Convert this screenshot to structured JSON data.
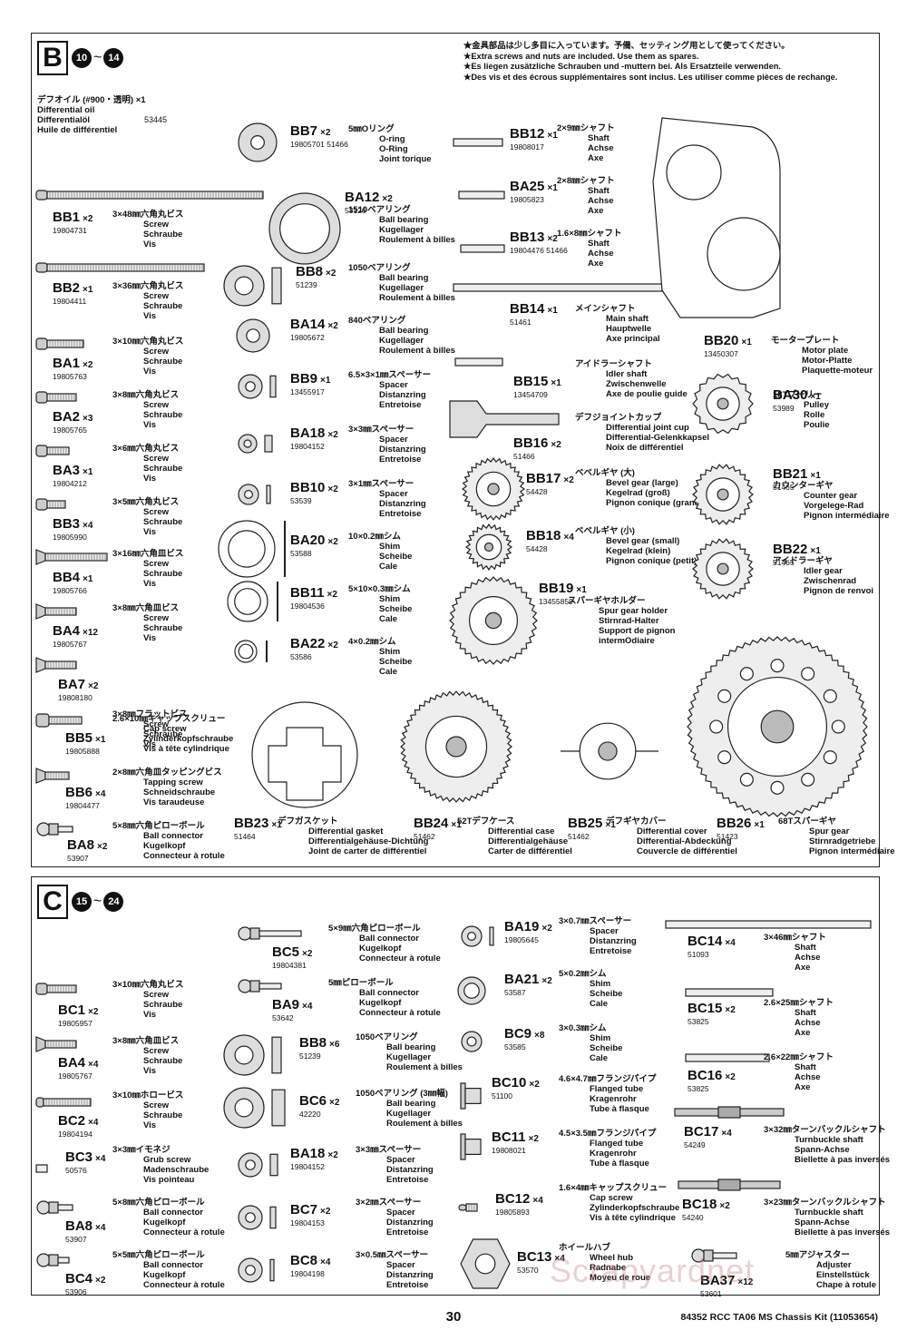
{
  "footer": {
    "page": "30",
    "kit": "84352  RCC TA06 MS Chassis Kit (11053654)"
  },
  "watermark": "Scrapyardnet",
  "panelB": {
    "letter": "B",
    "step_from": "10",
    "tilde": "~",
    "step_to": "14",
    "notes": [
      "★金具部品は少し多目に入っています。予備、セッティング用として使ってください。",
      "★Extra screws and nuts are included. Use them as spares.",
      "★Es liegen zusätzliche Schrauben und -muttern bei. Als Ersatzteile verwenden.",
      "★Des vis et des écrous supplémentaires sont inclus. Les utiliser comme pièces de rechange."
    ],
    "oil": {
      "jp": "デフオイル (#900・透明) ×1",
      "en": "Differential oil",
      "de": "Differentialöl",
      "fr": "Huile de différentiel",
      "code": "53445"
    },
    "parts": [
      {
        "id": "BB1",
        "qty": "×2",
        "code": "19804731",
        "jp": "3×48㎜六角丸ビス",
        "l": [
          "Screw",
          "Schraube",
          "Vis"
        ]
      },
      {
        "id": "BB2",
        "qty": "×1",
        "code": "19804411",
        "jp": "3×36㎜六角丸ビス",
        "l": [
          "Screw",
          "Schraube",
          "Vis"
        ]
      },
      {
        "id": "BA1",
        "qty": "×2",
        "code": "19805763",
        "jp": "3×10㎜六角丸ビス",
        "l": [
          "Screw",
          "Schraube",
          "Vis"
        ]
      },
      {
        "id": "BA2",
        "qty": "×3",
        "code": "19805765",
        "jp": "3×8㎜六角丸ビス",
        "l": [
          "Screw",
          "Schraube",
          "Vis"
        ]
      },
      {
        "id": "BA3",
        "qty": "×1",
        "code": "19804212",
        "jp": "3×6㎜六角丸ビス",
        "l": [
          "Screw",
          "Schraube",
          "Vis"
        ]
      },
      {
        "id": "BB3",
        "qty": "×4",
        "code": "19805990",
        "jp": "3×5㎜六角丸ビス",
        "l": [
          "Screw",
          "Schraube",
          "Vis"
        ]
      },
      {
        "id": "BB4",
        "qty": "×1",
        "code": "19805766",
        "jp": "3×16㎜六角皿ビス",
        "l": [
          "Screw",
          "Schraube",
          "Vis"
        ]
      },
      {
        "id": "BA4",
        "qty": "×12",
        "code": "19805767",
        "jp": "3×8㎜六角皿ビス",
        "l": [
          "Screw",
          "Schraube",
          "Vis"
        ]
      },
      {
        "id": "BA7",
        "qty": "×2",
        "code": "19808180",
        "jp": "3×8㎜フラットビス",
        "l": [
          "Screw",
          "Schraube",
          "Vis"
        ]
      },
      {
        "id": "BB5",
        "qty": "×1",
        "code": "19805888",
        "jp": "2.6×10㎜キャップスクリュー",
        "l": [
          "Cap screw",
          "Zylinderkopfschraube",
          "Vis à tête cylindrique"
        ]
      },
      {
        "id": "BB6",
        "qty": "×4",
        "code": "19804477",
        "jp": "2×8㎜六角皿タッピングビス",
        "l": [
          "Tapping screw",
          "Schneidschraube",
          "Vis taraudeuse"
        ]
      },
      {
        "id": "BA8",
        "qty": "×2",
        "code": "53907",
        "jp": "5×8㎜六角ピローボール",
        "l": [
          "Ball connector",
          "Kugelkopf",
          "Connecteur à rotule"
        ]
      },
      {
        "id": "BB7",
        "qty": "×2",
        "code": "19805701 51466",
        "jp": "5㎜Oリング",
        "l": [
          "O-ring",
          "O-Ring",
          "Joint torique"
        ]
      },
      {
        "id": "BA12",
        "qty": "×2",
        "code": "53126",
        "jp": "1510ベアリング",
        "l": [
          "Ball bearing",
          "Kugellager",
          "Roulement à billes"
        ]
      },
      {
        "id": "BB8",
        "qty": "×2",
        "code": "51239",
        "jp": "1050ベアリング",
        "l": [
          "Ball bearing",
          "Kugellager",
          "Roulement à billes"
        ]
      },
      {
        "id": "BA14",
        "qty": "×2",
        "code": "19805672",
        "jp": "840ベアリング",
        "l": [
          "Ball bearing",
          "Kugellager",
          "Roulement à billes"
        ]
      },
      {
        "id": "BB9",
        "qty": "×1",
        "code": "13455917",
        "jp": "6.5×3×1㎜スペーサー",
        "l": [
          "Spacer",
          "Distanzring",
          "Entretoise"
        ]
      },
      {
        "id": "BA18",
        "qty": "×2",
        "code": "19804152",
        "jp": "3×3㎜スペーサー",
        "l": [
          "Spacer",
          "Distanzring",
          "Entretoise"
        ]
      },
      {
        "id": "BB10",
        "qty": "×2",
        "code": "53539",
        "jp": "3×1㎜スペーサー",
        "l": [
          "Spacer",
          "Distanzring",
          "Entretoise"
        ]
      },
      {
        "id": "BA20",
        "qty": "×2",
        "code": "53588",
        "jp": "10×0.2㎜シム",
        "l": [
          "Shim",
          "Scheibe",
          "Cale"
        ]
      },
      {
        "id": "BB11",
        "qty": "×2",
        "code": "19804536",
        "jp": "5×10×0.3㎜シム",
        "l": [
          "Shim",
          "Scheibe",
          "Cale"
        ]
      },
      {
        "id": "BA22",
        "qty": "×2",
        "code": "53586",
        "jp": "4×0.2㎜シム",
        "l": [
          "Shim",
          "Scheibe",
          "Cale"
        ]
      },
      {
        "id": "BB12",
        "qty": "×1",
        "code": "19808017",
        "jp": "2×9㎜シャフト",
        "l": [
          "Shaft",
          "Achse",
          "Axe"
        ]
      },
      {
        "id": "BA25",
        "qty": "×1",
        "code": "19805823",
        "jp": "2×8㎜シャフト",
        "l": [
          "Shaft",
          "Achse",
          "Axe"
        ]
      },
      {
        "id": "BB13",
        "qty": "×2",
        "code": "19804476 51466",
        "jp": "1.6×8㎜シャフト",
        "l": [
          "Shaft",
          "Achse",
          "Axe"
        ]
      },
      {
        "id": "BB14",
        "qty": "×1",
        "code": "51461",
        "jp": "メインシャフト",
        "l": [
          "Main shaft",
          "Hauptwelle",
          "Axe principal"
        ]
      },
      {
        "id": "BB15",
        "qty": "×1",
        "code": "13454709",
        "jp": "アイドラーシャフト",
        "l": [
          "Idler shaft",
          "Zwischenwelle",
          "Axe de poulie guide"
        ]
      },
      {
        "id": "BB16",
        "qty": "×2",
        "code": "51466",
        "jp": "デフジョイントカップ",
        "l": [
          "Differential joint cup",
          "Differential-Gelenkkapsel",
          "Noix de différentiel"
        ]
      },
      {
        "id": "BB17",
        "qty": "×2",
        "code": "54428",
        "jp": "ベベルギヤ (大)",
        "l": [
          "Bevel gear (large)",
          "Kegelrad (groß)",
          "Pignon conique (grande)"
        ]
      },
      {
        "id": "BB18",
        "qty": "×4",
        "code": "54428",
        "jp": "ベベルギヤ (小)",
        "l": [
          "Bevel gear (small)",
          "Kegelrad (klein)",
          "Pignon conique (petit)"
        ]
      },
      {
        "id": "BB19",
        "qty": "×1",
        "code": "13455859",
        "jp": "スパーギヤホルダー",
        "l": [
          "Spur gear holder",
          "Stirnrad-Halter",
          "Support de pignon",
          "intermOdiaire"
        ]
      },
      {
        "id": "BB20",
        "qty": "×1",
        "code": "13450307",
        "jp": "モータープレート",
        "l": [
          "Motor plate",
          "Motor-Platte",
          "Plaquette-moteur"
        ]
      },
      {
        "id": "BA30",
        "qty": "×1",
        "code": "53989",
        "jp": "18Tプーリー",
        "l": [
          "Pulley",
          "Rolle",
          "Poulie"
        ]
      },
      {
        "id": "BB21",
        "qty": "×1",
        "code": "51465",
        "jp": "カウンターギヤ",
        "l": [
          "Counter gear",
          "Vorgelege-Rad",
          "Pignon intermédiaire"
        ]
      },
      {
        "id": "BB22",
        "qty": "×1",
        "code": "51465",
        "jp": "アイドラーギヤ",
        "l": [
          "Idler gear",
          "Zwischenrad",
          "Pignon de renvoi"
        ]
      },
      {
        "id": "BB23",
        "qty": "×1",
        "code": "51464",
        "jp": "デフガスケット",
        "l": [
          "Differential gasket",
          "Differentialgehäuse-Dichtung",
          "Joint de carter de différentiel"
        ]
      },
      {
        "id": "BB24",
        "qty": "×1",
        "code": "51462",
        "jp": "52Tデフケース",
        "l": [
          "Differential case",
          "Differentialgehäuse",
          "Carter de différentiel"
        ]
      },
      {
        "id": "BB25",
        "qty": "×1",
        "code": "51462",
        "jp": "デフギヤカバー",
        "l": [
          "Differential cover",
          "Differential-Abdeckung",
          "Couvercle de différentiel"
        ]
      },
      {
        "id": "BB26",
        "qty": "×1",
        "code": "51423",
        "jp": "68Tスパーギヤ",
        "l": [
          "Spur gear",
          "Stirnradgetriebe",
          "Pignon intermédiaire"
        ]
      }
    ]
  },
  "panelC": {
    "letter": "C",
    "step_from": "15",
    "tilde": "~",
    "step_to": "24",
    "parts": [
      {
        "id": "BC1",
        "qty": "×2",
        "code": "19805957",
        "jp": "3×10㎜六角丸ビス",
        "l": [
          "Screw",
          "Schraube",
          "Vis"
        ]
      },
      {
        "id": "BA4",
        "qty": "×4",
        "code": "19805767",
        "jp": "3×8㎜六角皿ビス",
        "l": [
          "Screw",
          "Schraube",
          "Vis"
        ]
      },
      {
        "id": "BC2",
        "qty": "×4",
        "code": "19804194",
        "jp": "3×10㎜ホロービス",
        "l": [
          "Screw",
          "Schraube",
          "Vis"
        ]
      },
      {
        "id": "BC3",
        "qty": "×4",
        "code": "50576",
        "jp": "3×3㎜イモネジ",
        "l": [
          "Grub screw",
          "Madenschraube",
          "Vis pointeau"
        ]
      },
      {
        "id": "BA8",
        "qty": "×4",
        "code": "53907",
        "jp": "5×8㎜六角ピローボール",
        "l": [
          "Ball connector",
          "Kugelkopf",
          "Connecteur à rotule"
        ]
      },
      {
        "id": "BC4",
        "qty": "×2",
        "code": "53906",
        "jp": "5×5㎜六角ピローボール",
        "l": [
          "Ball connector",
          "Kugelkopf",
          "Connecteur à rotule"
        ]
      },
      {
        "id": "BC5",
        "qty": "×2",
        "code": "19804381",
        "jp": "5×9㎜六角ピローボール",
        "l": [
          "Ball connector",
          "Kugelkopf",
          "Connecteur à rotule"
        ]
      },
      {
        "id": "BA9",
        "qty": "×4",
        "code": "53642",
        "jp": "5㎜ピローボール",
        "l": [
          "Ball connector",
          "Kugelkopf",
          "Connecteur à rotule"
        ]
      },
      {
        "id": "BB8",
        "qty": "×6",
        "code": "51239",
        "jp": "1050ベアリング",
        "l": [
          "Ball bearing",
          "Kugellager",
          "Roulement à billes"
        ]
      },
      {
        "id": "BC6",
        "qty": "×2",
        "code": "42220",
        "jp": "1050ベアリング (3㎜幅)",
        "l": [
          "Ball bearing",
          "Kugellager",
          "Roulement à billes"
        ]
      },
      {
        "id": "BA18",
        "qty": "×2",
        "code": "19804152",
        "jp": "3×3㎜スペーサー",
        "l": [
          "Spacer",
          "Distanzring",
          "Entretoise"
        ]
      },
      {
        "id": "BC7",
        "qty": "×2",
        "code": "19804153",
        "jp": "3×2㎜スペーサー",
        "l": [
          "Spacer",
          "Distanzring",
          "Entretoise"
        ]
      },
      {
        "id": "BC8",
        "qty": "×4",
        "code": "19804198",
        "jp": "3×0.5㎜スペーサー",
        "l": [
          "Spacer",
          "Distanzring",
          "Entretoise"
        ]
      },
      {
        "id": "BA19",
        "qty": "×2",
        "code": "19805645",
        "jp": "3×0.7㎜スペーサー",
        "l": [
          "Spacer",
          "Distanzring",
          "Entretoise"
        ]
      },
      {
        "id": "BA21",
        "qty": "×2",
        "code": "53587",
        "jp": "5×0.2㎜シム",
        "l": [
          "Shim",
          "Scheibe",
          "Cale"
        ]
      },
      {
        "id": "BC9",
        "qty": "×8",
        "code": "53585",
        "jp": "3×0.3㎜シム",
        "l": [
          "Shim",
          "Scheibe",
          "Cale"
        ]
      },
      {
        "id": "BC10",
        "qty": "×2",
        "code": "51100",
        "jp": "4.6×4.7㎜フランジパイプ",
        "l": [
          "Flanged tube",
          "Kragenrohr",
          "Tube à flasque"
        ]
      },
      {
        "id": "BC11",
        "qty": "×2",
        "code": "19808021",
        "jp": "4.5×3.5㎜フランジパイプ",
        "l": [
          "Flanged tube",
          "Kragenrohr",
          "Tube à flasque"
        ]
      },
      {
        "id": "BC12",
        "qty": "×4",
        "code": "19805893",
        "jp": "1.6×4㎜キャップスクリュー",
        "l": [
          "Cap screw",
          "Zylinderkopfschraube",
          "Vis à tête cylindrique"
        ]
      },
      {
        "id": "BC13",
        "qty": "×4",
        "code": "53570",
        "jp": "ホイールハブ",
        "l": [
          "Wheel hub",
          "Radnabe",
          "Moyeu de roue"
        ]
      },
      {
        "id": "BC14",
        "qty": "×4",
        "code": "51093",
        "jp": "3×46㎜シャフト",
        "l": [
          "Shaft",
          "Achse",
          "Axe"
        ]
      },
      {
        "id": "BC15",
        "qty": "×2",
        "code": "53825",
        "jp": "2.6×25㎜シャフト",
        "l": [
          "Shaft",
          "Achse",
          "Axe"
        ]
      },
      {
        "id": "BC16",
        "qty": "×2",
        "code": "53825",
        "jp": "2.6×22㎜シャフト",
        "l": [
          "Shaft",
          "Achse",
          "Axe"
        ]
      },
      {
        "id": "BC17",
        "qty": "×4",
        "code": "54249",
        "jp": "3×32㎜ターンバックルシャフト",
        "l": [
          "Turnbuckle shaft",
          "Spann-Achse",
          "Biellette à pas inversés"
        ]
      },
      {
        "id": "BC18",
        "qty": "×2",
        "code": "54240",
        "jp": "3×23㎜ターンバックルシャフト",
        "l": [
          "Turnbuckle shaft",
          "Spann-Achse",
          "Biellette à pas inversés"
        ]
      },
      {
        "id": "BA37",
        "qty": "×12",
        "code": "53601",
        "jp": "5㎜アジャスター",
        "l": [
          "Adjuster",
          "Einstellstück",
          "Chape à rotule"
        ]
      }
    ]
  }
}
